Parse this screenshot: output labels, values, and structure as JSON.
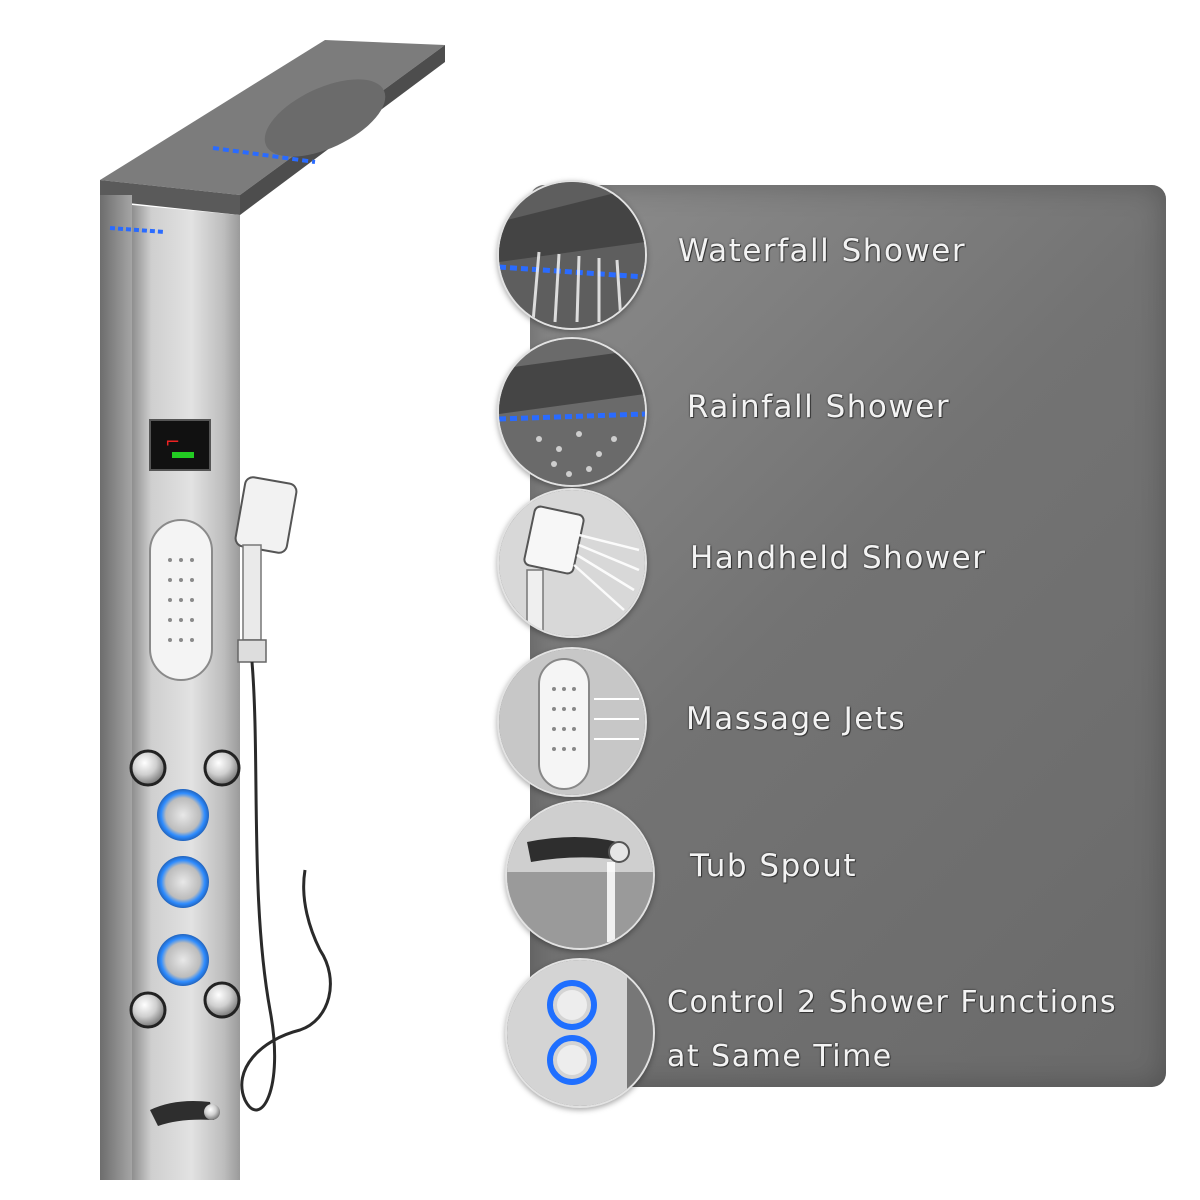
{
  "features": [
    {
      "label": "Waterfall Shower",
      "icon": "waterfall-shower-icon"
    },
    {
      "label": "Rainfall Shower",
      "icon": "rainfall-shower-icon"
    },
    {
      "label": "Handheld Shower",
      "icon": "handheld-shower-icon"
    },
    {
      "label": "Massage Jets",
      "icon": "massage-jets-icon"
    },
    {
      "label": "Tub Spout",
      "icon": "tub-spout-icon"
    },
    {
      "label_line1": "Control 2 Shower Functions",
      "label_line2": "at Same Time",
      "icon": "control-knobs-icon"
    }
  ],
  "colors": {
    "panel": "#7a7a7a",
    "led_blue": "#2a6bff",
    "steel": "#c9c9c9"
  }
}
